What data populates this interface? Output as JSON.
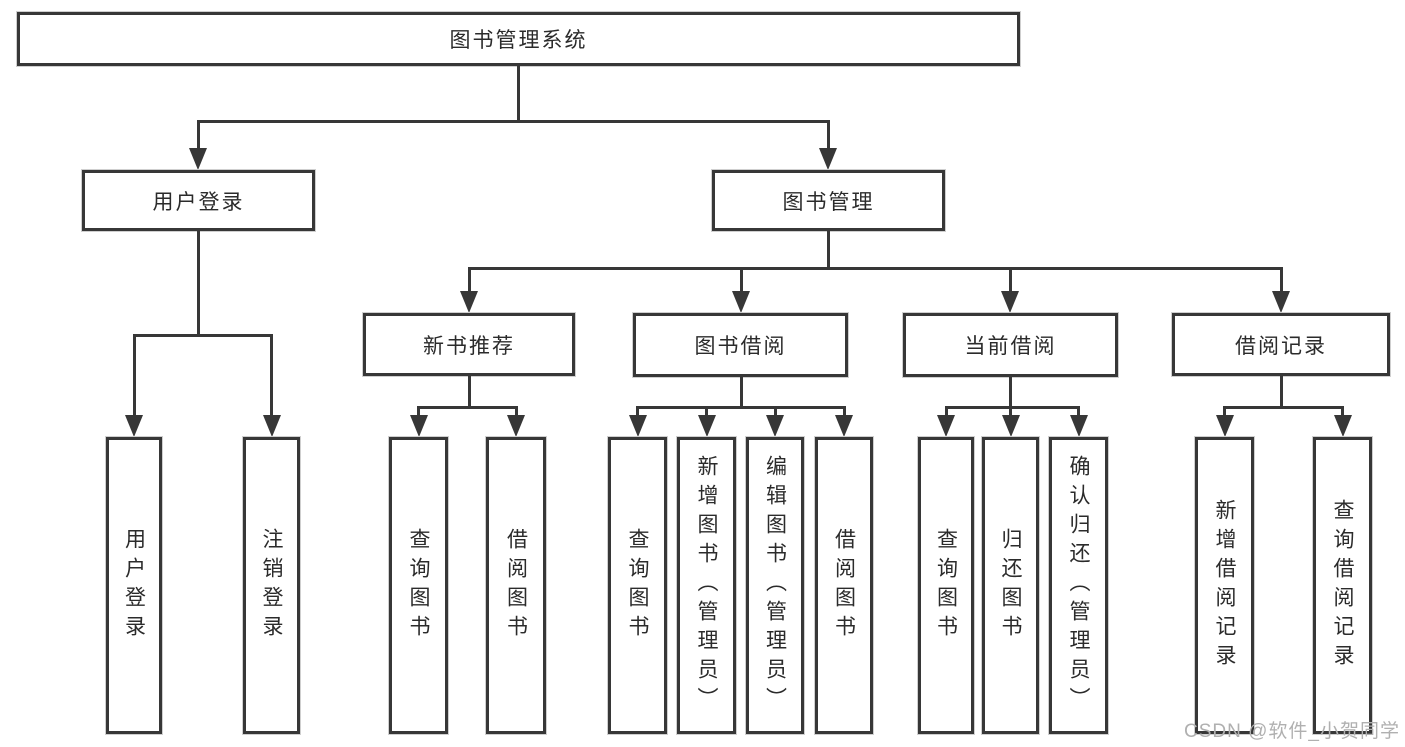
{
  "diagram": {
    "root": {
      "label": "图书管理系统"
    },
    "branches": [
      {
        "label": "用户登录",
        "children": [
          {
            "label": "用户登录"
          },
          {
            "label": "注销登录"
          }
        ]
      },
      {
        "label": "图书管理",
        "children": [
          {
            "label": "新书推荐",
            "children": [
              {
                "label": "查询图书"
              },
              {
                "label": "借阅图书"
              }
            ]
          },
          {
            "label": "图书借阅",
            "children": [
              {
                "label": "查询图书"
              },
              {
                "label": "新增图书（管理员）"
              },
              {
                "label": "编辑图书（管理员）"
              },
              {
                "label": "借阅图书"
              }
            ]
          },
          {
            "label": "当前借阅",
            "children": [
              {
                "label": "查询图书"
              },
              {
                "label": "归还图书"
              },
              {
                "label": "确认归还（管理员）"
              }
            ]
          },
          {
            "label": "借阅记录",
            "children": [
              {
                "label": "新增借阅记录"
              },
              {
                "label": "查询借阅记录"
              }
            ]
          }
        ]
      }
    ]
  },
  "watermark": {
    "text": "CSDN @软件_小贺同学"
  },
  "colors": {
    "line": "#373737",
    "text": "#2b2b2b",
    "watermark": "#b0b0b0",
    "background": "#ffffff"
  }
}
